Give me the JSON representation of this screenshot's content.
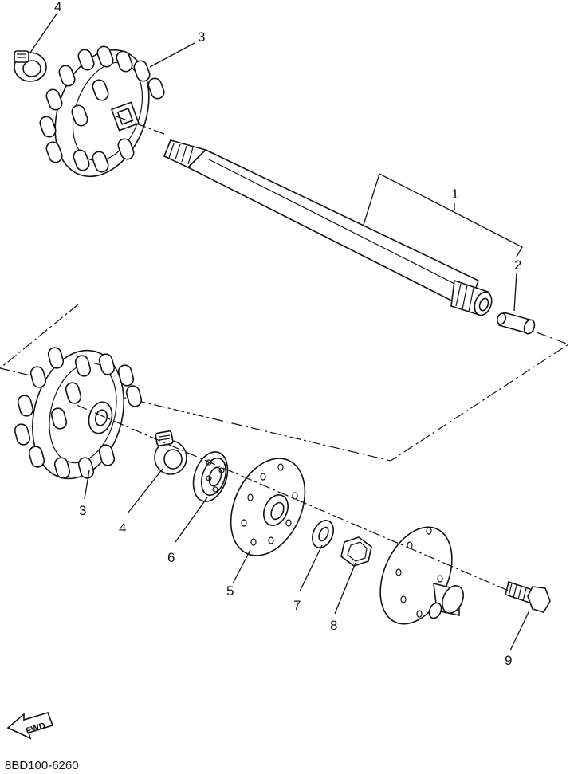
{
  "diagram_code": "8BD100-6260",
  "fwd_badge": "FWD",
  "callouts": {
    "c1": "1",
    "c2": "2",
    "c3_top": "3",
    "c3_bottom": "3",
    "c4_top": "4",
    "c4_bottom": "4",
    "c5": "5",
    "c6": "6",
    "c7": "7",
    "c8": "8",
    "c9": "9"
  }
}
